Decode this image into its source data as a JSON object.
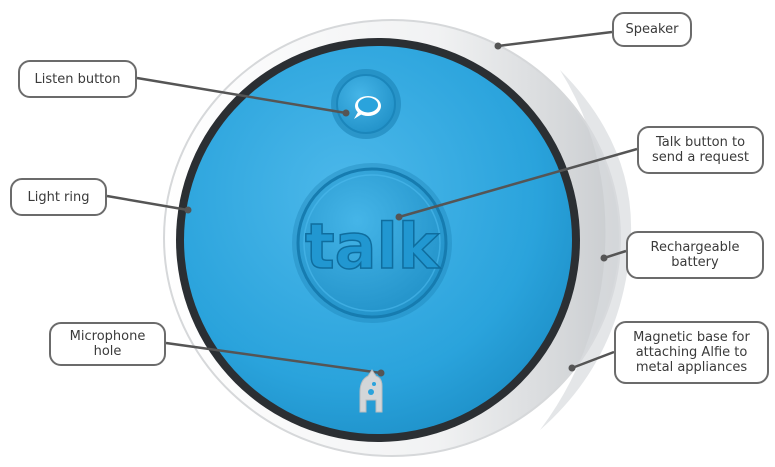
{
  "device": {
    "talk_button_text": "talk",
    "colors": {
      "face": "#2aa3dc",
      "face_dark": "#1f86b9",
      "body": "#eef0f1",
      "ring": "#2b2f33",
      "leader": "#555555"
    }
  },
  "callouts": {
    "speaker": {
      "lines": [
        "Speaker"
      ]
    },
    "listen": {
      "lines": [
        "Listen button"
      ]
    },
    "talk": {
      "lines": [
        "Talk button to",
        "send a request"
      ]
    },
    "light_ring": {
      "lines": [
        "Light ring"
      ]
    },
    "battery": {
      "lines": [
        "Rechargeable",
        "battery"
      ]
    },
    "microphone": {
      "lines": [
        "Microphone",
        "hole"
      ]
    },
    "magnetic": {
      "lines": [
        "Magnetic base for",
        "attaching Alfie to",
        "metal appliances"
      ]
    }
  }
}
